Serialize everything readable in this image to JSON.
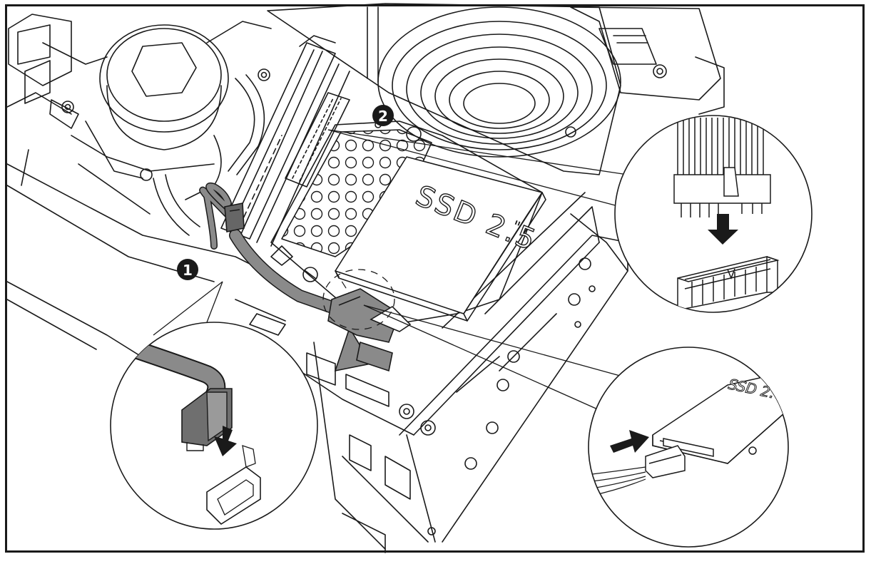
{
  "diagram": {
    "drive_label": "SSD 2.5",
    "drive_label_mark": "\"",
    "inset_drive_label": "SSD 2.",
    "steps": [
      {
        "number": "1",
        "connector": "sata-data-cable"
      },
      {
        "number": "2",
        "connector": "atx-power-connector"
      }
    ],
    "colors": {
      "line": "#1a1a1a",
      "cable": "#7a7a7a",
      "cable_dark": "#555555",
      "badge": "#1a1a1a",
      "badge_text": "#ffffff",
      "paper": "#ffffff"
    },
    "icons": [
      "down-arrow-icon",
      "right-arrow-icon"
    ]
  }
}
